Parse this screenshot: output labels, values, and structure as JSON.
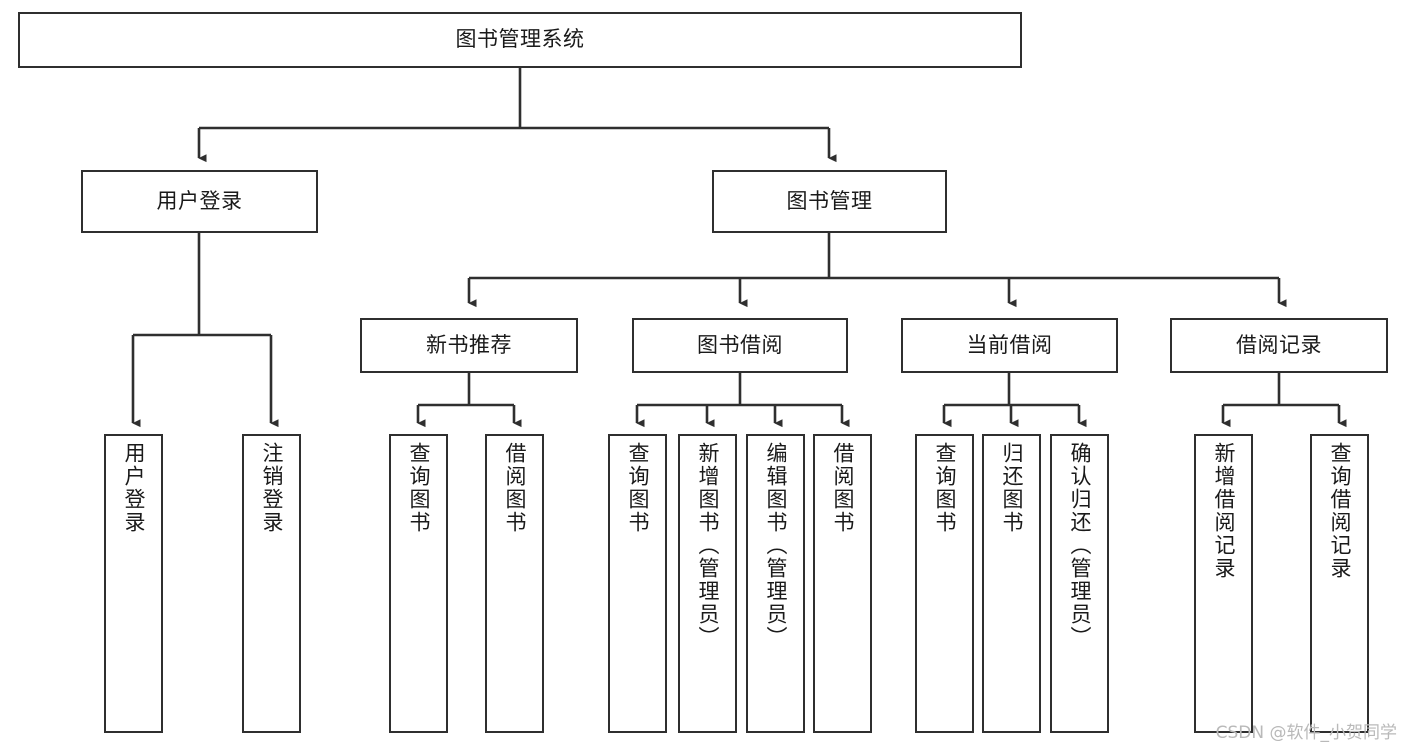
{
  "diagram": {
    "type": "tree-hierarchy",
    "title": "图书管理系统",
    "style": {
      "line_color": "#2f2f2f",
      "box_fill": "#ffffff",
      "text_color": "#1a1a1a",
      "background": "#ffffff"
    },
    "root": {
      "label": "图书管理系统",
      "orientation": "horizontal"
    },
    "level2": [
      {
        "label": "用户登录",
        "orientation": "horizontal"
      },
      {
        "label": "图书管理",
        "orientation": "horizontal"
      }
    ],
    "level3": [
      {
        "label": "新书推荐",
        "orientation": "horizontal",
        "parent": "图书管理"
      },
      {
        "label": "图书借阅",
        "orientation": "horizontal",
        "parent": "图书管理"
      },
      {
        "label": "当前借阅",
        "orientation": "horizontal",
        "parent": "图书管理"
      },
      {
        "label": "借阅记录",
        "orientation": "horizontal",
        "parent": "图书管理"
      }
    ],
    "leaves": {
      "用户登录": [
        {
          "label": "用户登录",
          "orientation": "vertical"
        },
        {
          "label": "注销登录",
          "orientation": "vertical"
        }
      ],
      "新书推荐": [
        {
          "label": "查询图书",
          "orientation": "vertical"
        },
        {
          "label": "借阅图书",
          "orientation": "vertical"
        }
      ],
      "图书借阅": [
        {
          "label": "查询图书",
          "orientation": "vertical"
        },
        {
          "label": "新增图书（管理员）",
          "orientation": "vertical"
        },
        {
          "label": "编辑图书（管理员）",
          "orientation": "vertical"
        },
        {
          "label": "借阅图书",
          "orientation": "vertical"
        }
      ],
      "当前借阅": [
        {
          "label": "查询图书",
          "orientation": "vertical"
        },
        {
          "label": "归还图书",
          "orientation": "vertical"
        },
        {
          "label": "确认归还（管理员）",
          "orientation": "vertical"
        }
      ],
      "借阅记录": [
        {
          "label": "新增借阅记录",
          "orientation": "vertical"
        },
        {
          "label": "查询借阅记录",
          "orientation": "vertical"
        }
      ]
    }
  },
  "watermark": {
    "text": "CSDN @软件_小贺同学"
  }
}
